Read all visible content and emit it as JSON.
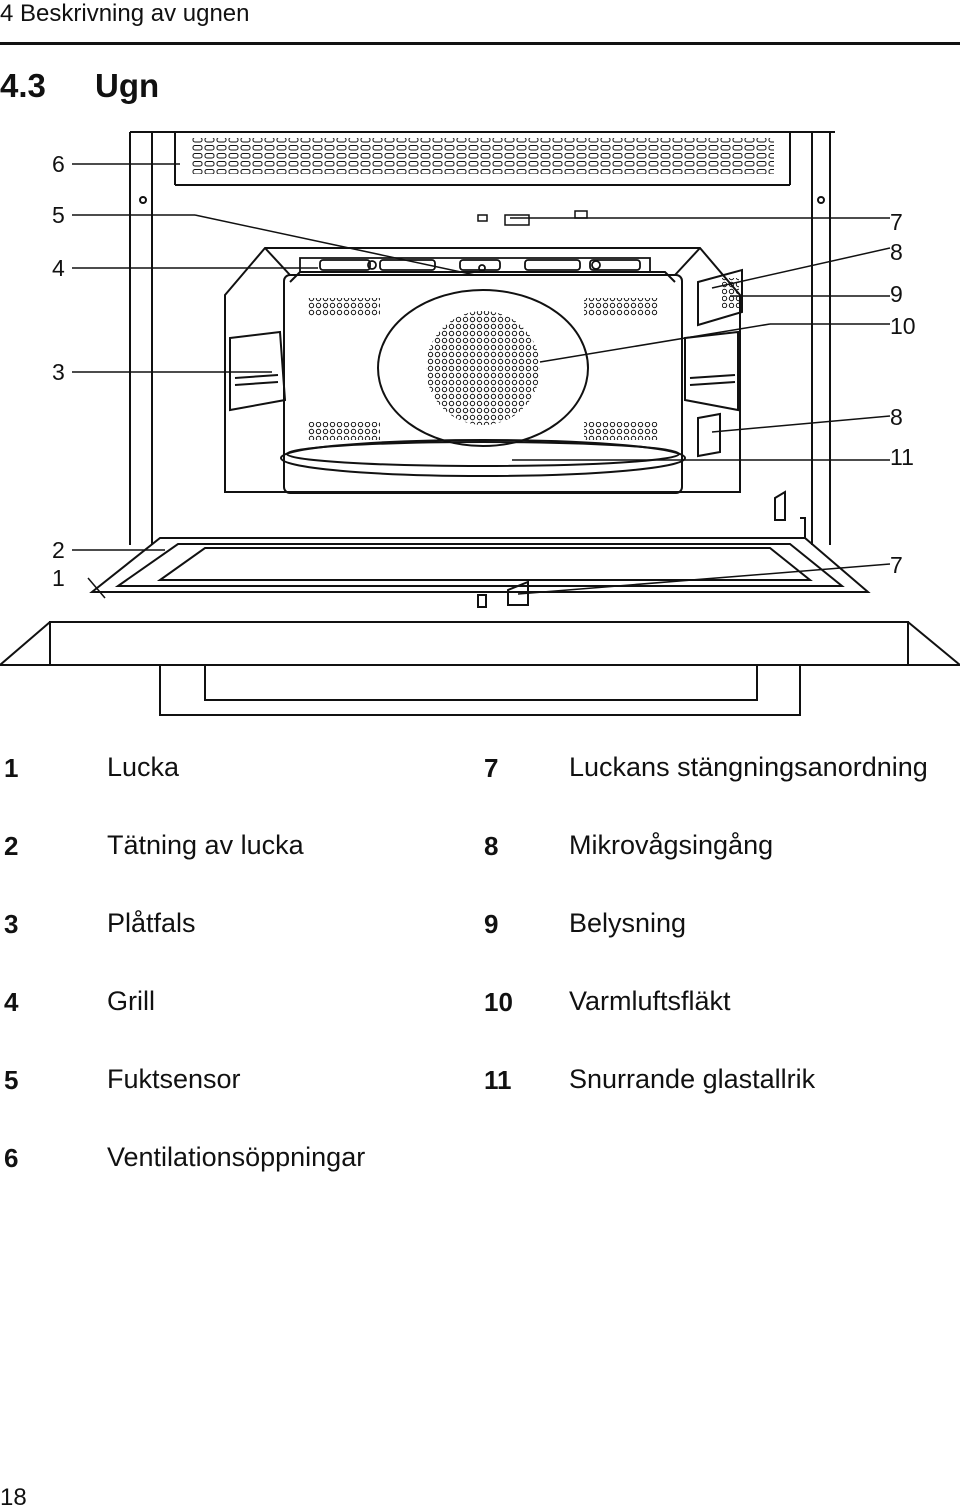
{
  "header": {
    "chapter": "4 Beskrivning av ugnen"
  },
  "section": {
    "number": "4.3",
    "title": "Ugn"
  },
  "figure": {
    "callouts_left": [
      "6",
      "5",
      "4",
      "3",
      "2",
      "1"
    ],
    "callouts_right": [
      "7",
      "8",
      "9",
      "10",
      "8",
      "11",
      "7"
    ]
  },
  "legend": [
    {
      "num": "1",
      "label": "Lucka"
    },
    {
      "num": "2",
      "label": "Tätning av lucka"
    },
    {
      "num": "3",
      "label": "Plåtfals"
    },
    {
      "num": "4",
      "label": "Grill"
    },
    {
      "num": "5",
      "label": "Fuktsensor"
    },
    {
      "num": "6",
      "label": "Ventilationsöppningar"
    },
    {
      "num": "7",
      "label": "Luckans stängningsanordning"
    },
    {
      "num": "8",
      "label": "Mikrovågsingång"
    },
    {
      "num": "9",
      "label": "Belysning"
    },
    {
      "num": "10",
      "label": "Varmluftsfläkt"
    },
    {
      "num": "11",
      "label": "Snurrande glastallrik"
    }
  ],
  "page_number": "18"
}
